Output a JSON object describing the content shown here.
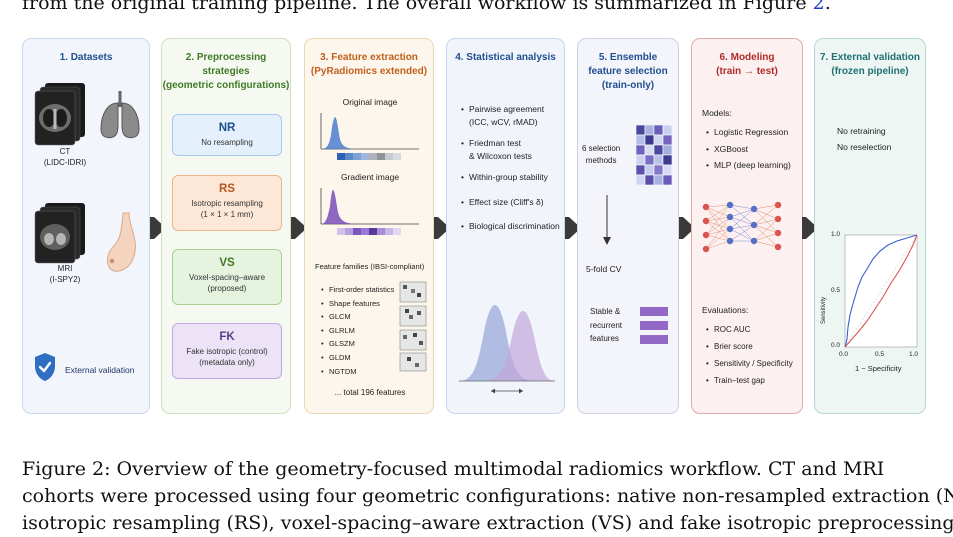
{
  "top_text": "from the original training pipeline. The overall workflow is summarized in Figure ",
  "top_ref": "2",
  "top_end": ".",
  "panels": {
    "datasets": {
      "title": "1. Datasets",
      "ct_label": "CT",
      "ct_source": "(LIDC-IDRI)",
      "mri_label": "MRI",
      "mri_source": "(I-SPY2)",
      "external": "External validation"
    },
    "preprocessing": {
      "title_l1": "2. Preprocessing strategies",
      "title_l2": "(geometric configurations)",
      "boxes": [
        {
          "code": "NR",
          "desc_l1": "No resampling",
          "desc_l2": "",
          "bg": "#e4f0fb",
          "border": "#a9c9ea",
          "fg": "#1f4f8f"
        },
        {
          "code": "RS",
          "desc_l1": "Isotropic resampling",
          "desc_l2": "(1 × 1 × 1 mm)",
          "bg": "#fde8d8",
          "border": "#f0b48c",
          "fg": "#b8541a"
        },
        {
          "code": "VS",
          "desc_l1": "Voxel-spacing–aware",
          "desc_l2": "(proposed)",
          "bg": "#e6f3df",
          "border": "#a8d094",
          "fg": "#3f7b25"
        },
        {
          "code": "FK",
          "desc_l1": "Fake isotropic (control)",
          "desc_l2": "(metadata only)",
          "bg": "#ece3f6",
          "border": "#c2a9df",
          "fg": "#5a3e8c"
        }
      ]
    },
    "feature_extraction": {
      "title_l1": "3. Feature extraction",
      "title_l2": "(PyRadiomics extended)",
      "original_label": "Original image",
      "gradient_label": "Gradient image",
      "families_label": "Feature families (IBSI-compliant)",
      "families": [
        "First-order statistics",
        "Shape features",
        "GLCM",
        "GLRLM",
        "GLSZM",
        "GLDM",
        "NGTDM"
      ],
      "total": "... total 196 features"
    },
    "statistical": {
      "title": "4. Statistical analysis",
      "items": [
        {
          "l1": "Pairwise agreement",
          "l2": "(ICC, wCV, rMAD)"
        },
        {
          "l1": "Friedman test",
          "l2": "& Wilcoxon tests"
        },
        {
          "l1": "Within-group stability",
          "l2": ""
        },
        {
          "l1": "Effect size (Cliff's δ)",
          "l2": ""
        },
        {
          "l1": "Biological discrimination",
          "l2": ""
        }
      ]
    },
    "ensemble": {
      "title_l1": "5. Ensemble",
      "title_l2": "feature selection",
      "title_l3": "(train-only)",
      "methods_l1": "6 selection",
      "methods_l2": "methods",
      "cv": "5-fold CV",
      "stable_l1": "Stable &",
      "stable_l2": "recurrent",
      "stable_l3": "features"
    },
    "modeling": {
      "title_l1": "6. Modeling",
      "title_l2": "(train → test)",
      "models_label": "Models:",
      "models": [
        "Logistic Regression",
        "XGBoost",
        "MLP (deep learning)"
      ],
      "eval_label": "Evaluations:",
      "evaluations": [
        "ROC AUC",
        "Brier score",
        "Sensitivity / Specificity",
        "Train–test gap"
      ]
    },
    "external": {
      "title_l1": "7. External validation",
      "title_l2": "(frozen pipeline)",
      "note_l1": "No retraining",
      "note_l2": "No reselection",
      "roc_ylabel": "Sensitivity",
      "roc_xlabel": "1 − Specificity",
      "roc_yticks": [
        "1.0",
        "0.5",
        "0.0"
      ],
      "roc_xticks": [
        "0.0",
        "0.5",
        "1.0"
      ]
    }
  },
  "caption": {
    "line1": "Figure 2:   Overview of the geometry-focused multimodal radiomics workflow. CT and MRI",
    "line2": "cohorts were processed using four geometric configurations: native non-resampled extraction (NR),",
    "line3": "isotropic resampling (RS), voxel-spacing–aware extraction (VS) and fake isotropic preprocessing"
  },
  "colors": {
    "blue_accent": "#1f4f8f",
    "orange_accent": "#c0601e",
    "green_accent": "#3f7b25",
    "red_accent": "#b02a2a",
    "teal_accent": "#1f6f73",
    "arrow": "#3a3a3a"
  }
}
